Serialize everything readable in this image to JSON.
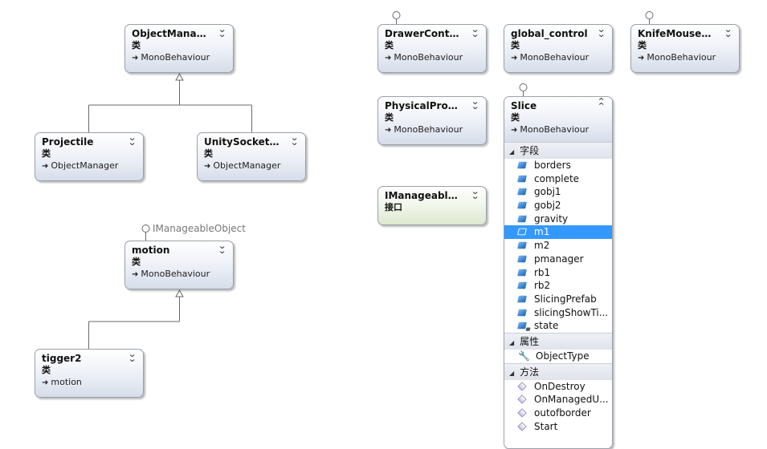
{
  "classes": {
    "object_manager": {
      "name": "ObjectManager",
      "kind": "类",
      "base": "MonoBehaviour"
    },
    "projectile": {
      "name": "Projectile",
      "kind": "类",
      "base": "ObjectManager"
    },
    "unity_socket": {
      "name": "UnitySocketSe...",
      "kind": "类",
      "base": "ObjectManager"
    },
    "motion": {
      "name": "motion",
      "kind": "类",
      "base": "MonoBehaviour"
    },
    "tigger2": {
      "name": "tigger2",
      "kind": "类",
      "base": "motion"
    },
    "drawer_control": {
      "name": "DrawerControl...",
      "kind": "类",
      "base": "MonoBehaviour"
    },
    "global_control": {
      "name": "global_control",
      "kind": "类",
      "base": "MonoBehaviour"
    },
    "knife_mouse": {
      "name": "KnifeMouseCo...",
      "kind": "类",
      "base": "MonoBehaviour"
    },
    "physical_proper": {
      "name": "PhysicalProper...",
      "kind": "类",
      "base": "MonoBehaviour"
    },
    "imanageable": {
      "name": "IManageableO...",
      "kind": "接口"
    }
  },
  "lollipop_label": "IManageableObject",
  "slice": {
    "name": "Slice",
    "kind": "类",
    "base": "MonoBehaviour",
    "fields_label": "字段",
    "fields": [
      "borders",
      "complete",
      "gobj1",
      "gobj2",
      "gravity",
      "m1",
      "m2",
      "pmanager",
      "rb1",
      "rb2",
      "SlicingPrefab",
      "slicingShowTi...",
      "state"
    ],
    "selected_field": "m1",
    "properties_label": "属性",
    "properties": [
      "ObjectType"
    ],
    "methods_label": "方法",
    "methods": [
      "OnDestroy",
      "OnManagedU...",
      "outofborder",
      "Start"
    ]
  },
  "colors": {
    "selection": "#3399ff",
    "class_border": "#9aa0aa",
    "interface_fill": "#f1f6ea"
  }
}
